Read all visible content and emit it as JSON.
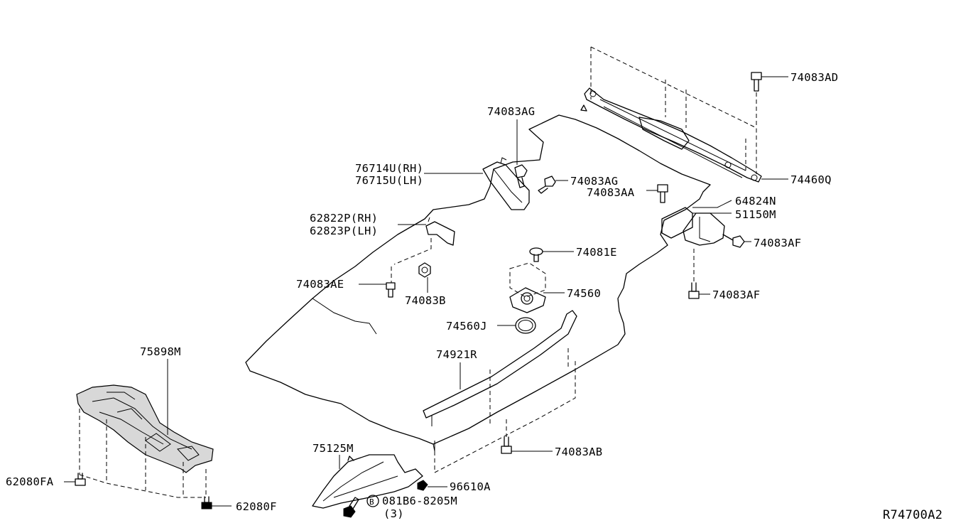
{
  "diagram_id": "R74700A2",
  "labels": {
    "p74083AD": "74083AD",
    "p74460Q": "74460Q",
    "p74083AG_top": "74083AG",
    "p76714U": "76714U(RH)",
    "p76715U": "76715U(LH)",
    "p74083AG_mid": "74083AG",
    "p74083AA": "74083AA",
    "p64824N": "64824N",
    "p51150M": "51150M",
    "p74083AF_upper": "74083AF",
    "p74083AF_lower": "74083AF",
    "p62822P": "62822P(RH)",
    "p62823P": "62823P(LH)",
    "p74083AE": "74083AE",
    "p74083B": "74083B",
    "p74081E": "74081E",
    "p74560": "74560",
    "p74560J": "74560J",
    "p74921R": "74921R",
    "p74083AB": "74083AB",
    "p75898M": "75898M",
    "p62080FA": "62080FA",
    "p62080F": "62080F",
    "p75125M": "75125M",
    "p96610A": "96610A",
    "bolt_circle": "B",
    "p081B6": "081B6-8205M",
    "qty": "(3)"
  }
}
